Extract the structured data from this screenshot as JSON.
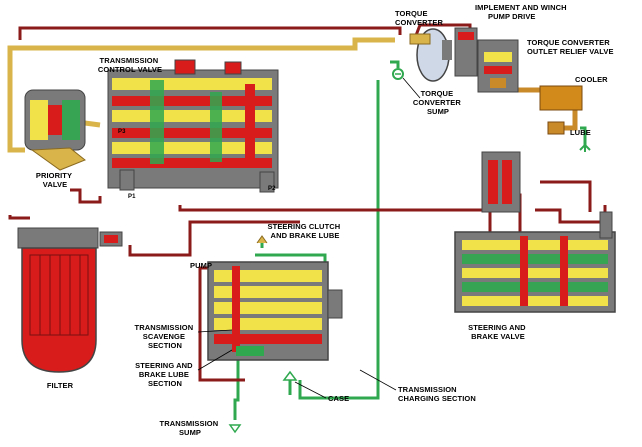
{
  "labels": {
    "torque_converter": [
      "TORQUE",
      "CONVERTER"
    ],
    "implement_winch": [
      "IMPLEMENT AND WINCH",
      "PUMP DRIVE"
    ],
    "tc_outlet_relief": [
      "TORQUE CONVERTER",
      "OUTLET RELIEF VALVE"
    ],
    "tc_sump": [
      "TORQUE",
      "CONVERTER",
      "SUMP"
    ],
    "transmission_control_valve": [
      "TRANSMISSION",
      "CONTROL VALVE"
    ],
    "cooler": "COOLER",
    "lube": "LUBE",
    "priority_valve": [
      "PRIORITY",
      "VALVE"
    ],
    "p1": "P1",
    "p2": "P2",
    "p3": "P3",
    "steering_clutch_lube": [
      "STEERING CLUTCH",
      "AND BRAKE LUBE"
    ],
    "pump": "PUMP",
    "transmission_scavenge": [
      "TRANSMISSION",
      "SCAVENGE",
      "SECTION"
    ],
    "steering_brake_lube_section": [
      "STEERING AND",
      "BRAKE LUBE",
      "SECTION"
    ],
    "case": "CASE",
    "transmission_charging": [
      "TRANSMISSION",
      "CHARGING SECTION"
    ],
    "transmission_sump": [
      "TRANSMISSION",
      "SUMP"
    ],
    "filter": "FILTER",
    "steering_brake_valve": [
      "STEERING AND",
      "BRAKE VALVE"
    ]
  },
  "colors": {
    "pressure_line": "#8b1a1a",
    "supply_line": "#2fa84f",
    "lube_line": "#d9b44a",
    "cooler_line": "#c98a2a",
    "component_body": "#7a7a7a",
    "spool_yellow": "#f2e24a",
    "oil_red": "#d81c1c"
  }
}
